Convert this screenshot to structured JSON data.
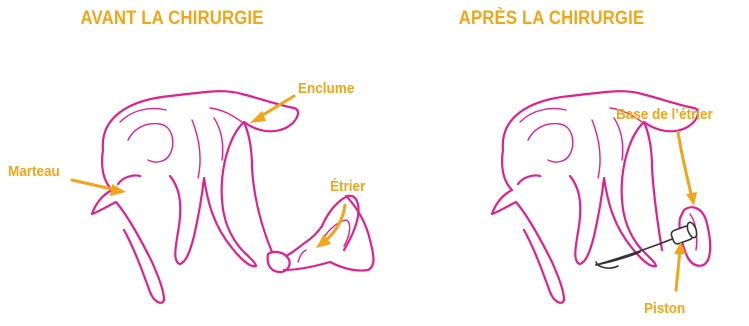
{
  "before": {
    "title": "AVANT LA CHIRURGIE",
    "labels": {
      "malleus": "Marteau",
      "incus": "Enclume",
      "stapes": "Étrier"
    }
  },
  "after": {
    "title": "APRÈS LA CHIRURGIE",
    "labels": {
      "stapes_base": "Base de l’étrier",
      "piston": "Piston"
    }
  },
  "colors": {
    "label": "#f2a516",
    "bone_outline": "#e0208e",
    "prosthesis": "#333333"
  }
}
